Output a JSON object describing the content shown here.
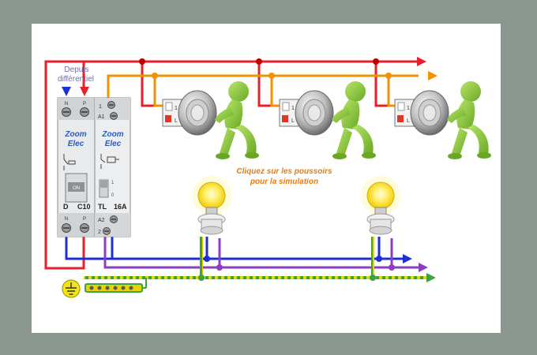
{
  "supply": {
    "line1": "Depuis",
    "line2": "différentiel",
    "neutral_mark": "N",
    "phase_mark": "P"
  },
  "breaker": {
    "brand_line1": "Zoom",
    "brand_line2": "Elec",
    "switch_label": "ON",
    "type_label": "D",
    "rating": "C10",
    "top_n": "N",
    "top_p": "P",
    "bottom_n": "N",
    "bottom_p": "P"
  },
  "relay": {
    "brand_line1": "Zoom",
    "brand_line2": "Elec",
    "terminal_1": "1",
    "terminal_a1": "A1",
    "terminal_a2": "A2",
    "terminal_2": "2",
    "pos_on": "1",
    "pos_off": "0",
    "type_label": "TL",
    "rating": "16A"
  },
  "pushbutton": {
    "terminal_mark": "1",
    "lamp_mark": "L"
  },
  "instruction": {
    "line1": "Cliquez sur les poussoirs",
    "line2": "pour la simulation"
  },
  "colors": {
    "phase": "#e8202a",
    "control": "#f39200",
    "neutral": "#1f2fd6",
    "return": "#8b3fc0",
    "earth_green": "#3ea23e",
    "earth_yellow": "#e6d400",
    "instruction": "#e77d11"
  }
}
